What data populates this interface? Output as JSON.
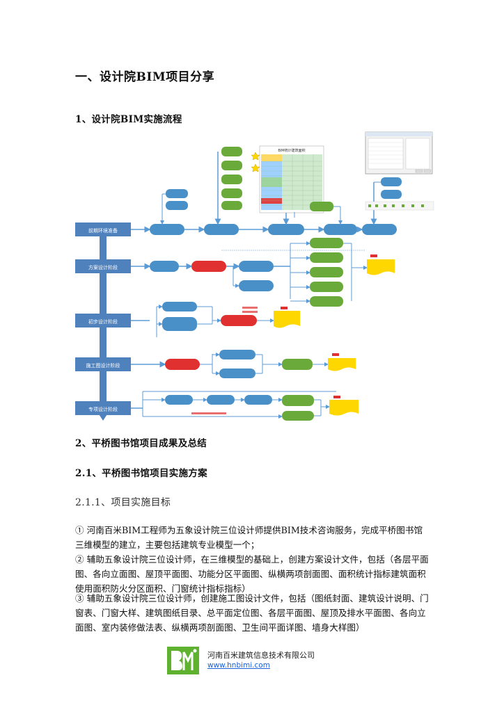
{
  "doc": {
    "heading_main": "一、设计院BIM项目分享",
    "section_1": "1、设计院BIM实施流程",
    "section_2": "2、平桥图书馆项目成果及总结",
    "section_2_1": "2.1、平桥图书馆项目实施方案",
    "section_2_1_1": "2.1.1、项目实施目标",
    "paragraph_1": "① 河南百米BIM工程师为五象设计院三位设计师提供BIM技术咨询服务，完成平桥图书馆三维模型的建立，主要包括建筑专业模型一个；",
    "paragraph_2": "② 辅助五象设计院三位设计师，在三维模型的基础上，创建方案设计文件，包括（各层平面图、各向立面图、屋顶平面图、功能分区平面图、纵横两项剖面图、面积统计指标建筑面积使用面积防火分区面积、门窗统计指标指标）",
    "paragraph_3": "③ 辅助五象设计院三位设计师，创建施工图设计文件，包括（图纸封面、建筑设计说明、门窗表、门窗大样、建筑图纸目录、总平面定位图、各层平面图、屋顶及排水平面图、各向立面图、室内装修做法表、纵横两项剖面图、卫生间平面详图、墙身大样图）"
  },
  "flowchart": {
    "stages": [
      "前期环境准备",
      "方案设计阶段",
      "初步设计阶段",
      "施工图设计阶段",
      "专项设计阶段"
    ],
    "embedded_table_title": "BIM统计建筑面积"
  },
  "footer": {
    "company": "河南百米建筑信息技术有限公司",
    "url": "www.hnbimi.com"
  },
  "colors": {
    "stage_blue": "#4f81bd",
    "node_blue": "#4a90c8",
    "node_green": "#6aaa3a",
    "node_red": "#e03030",
    "note_yellow": "#ffd700",
    "arrow_blue": "#5b9bd5",
    "logo_green": "#5fb130"
  }
}
